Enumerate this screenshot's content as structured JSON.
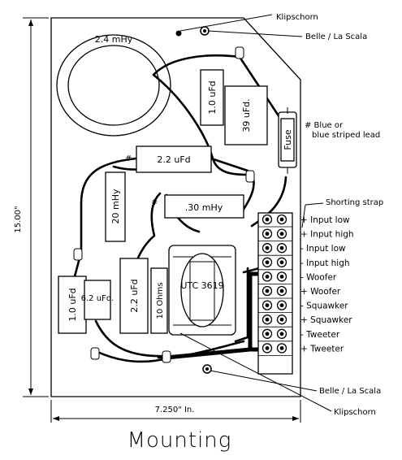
{
  "labels": {
    "klipschorn_top": "Klipschorn",
    "belle_top": "Belle / La Scala",
    "blue_note": "# Blue or blue striped lead",
    "shorting_strap": "Shorting strap",
    "belle_bottom": "Belle / La Scala",
    "klipschorn_bottom": "Klipschorn",
    "height_dim": "15.00\"",
    "width_dim": "7.250\" In.",
    "title": "Mounting"
  },
  "components": {
    "coil_24": "2.4 mHy",
    "cap_10_top": "1.0 uFd",
    "cap_39": "39 uFd.",
    "fuse": "Fuse",
    "cap_22_top": "2.2 uFd",
    "coil_20": "20 mHy",
    "coil_030": ".30 mHy",
    "cap_10_left": "1.0 uFd",
    "cap_62": "6.2 uFd.",
    "cap_22_left": "2.2 uFd",
    "resistor_10": "10 Ohms",
    "transformer": "UTC 3619",
    "hash": "#"
  },
  "terminals": [
    {
      "sign": "+",
      "label": "Input low"
    },
    {
      "sign": "+",
      "label": "Input high"
    },
    {
      "sign": "-",
      "label": "Input low"
    },
    {
      "sign": "-",
      "label": "Input high"
    },
    {
      "sign": "-",
      "label": "Woofer"
    },
    {
      "sign": "+",
      "label": "Woofer"
    },
    {
      "sign": "-",
      "label": "Squawker"
    },
    {
      "sign": "+",
      "label": "Squawker"
    },
    {
      "sign": "-",
      "label": "Tweeter"
    },
    {
      "sign": "+",
      "label": "Tweeter"
    }
  ]
}
